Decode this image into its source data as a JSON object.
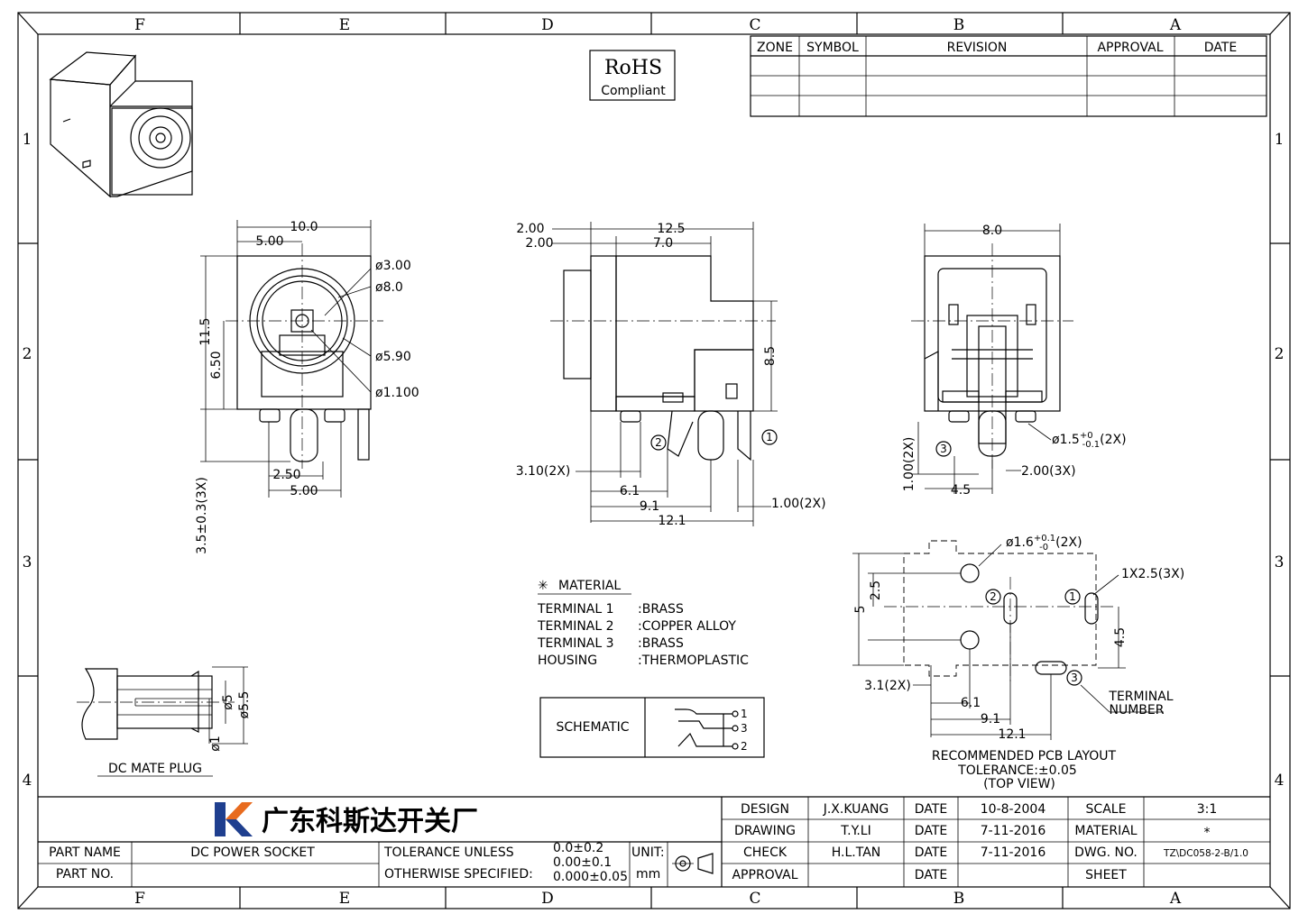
{
  "border": {
    "columns": [
      "F",
      "E",
      "D",
      "C",
      "B",
      "A"
    ],
    "rows": [
      "1",
      "2",
      "3",
      "4"
    ]
  },
  "rohs": {
    "line1": "RoHS",
    "line2": "Compliant"
  },
  "revision_table": {
    "headers": [
      "ZONE",
      "SYMBOL",
      "REVISION",
      "APPROVAL",
      "DATE"
    ]
  },
  "front_view": {
    "dims": [
      "10.0",
      "5.00",
      "ø3.00",
      "ø8.0",
      "11.5",
      "6.50",
      "ø5.90",
      "ø1.100",
      "2.50",
      "5.00",
      "3.5±0.3(3X)"
    ]
  },
  "side_view": {
    "dims": [
      "2.00",
      "2.00",
      "12.5",
      "7.0",
      "8.5",
      "3.10(2X)",
      "6.1",
      "9.1",
      "12.1",
      "1.00(2X)"
    ],
    "callouts": [
      "2",
      "1"
    ]
  },
  "rear_view": {
    "dims": [
      "8.0",
      "1.00(2X)",
      "4.5",
      "2.00(3X)"
    ],
    "hole_prefix": "ø1.5",
    "hole_tol_upper": "+0",
    "hole_tol_lower": "-0.1",
    "hole_suffix": "(2X)",
    "callouts": [
      "3"
    ]
  },
  "material": {
    "title": "MATERIAL",
    "rows": [
      {
        "part": "TERMINAL 1",
        "material": ":BRASS"
      },
      {
        "part": "TERMINAL 2",
        "material": ":COPPER ALLOY"
      },
      {
        "part": "TERMINAL 3",
        "material": ":BRASS"
      },
      {
        "part": "HOUSING",
        "material": ":THERMOPLASTIC"
      }
    ]
  },
  "schematic": {
    "label": "SCHEMATIC",
    "pins": [
      "1",
      "3",
      "2"
    ]
  },
  "mate_plug": {
    "title": "DC MATE PLUG",
    "dims": [
      "ø5",
      "ø5.5",
      "ø1"
    ]
  },
  "pcb_layout": {
    "hole_prefix": "ø1.6",
    "hole_tol_upper": "+0.1",
    "hole_tol_lower": "-0",
    "hole_suffix": "(2X)",
    "slot_label": "1X2.5(3X)",
    "dims": [
      "2.5",
      "5",
      "4.5",
      "3.1(2X)",
      "6.1",
      "9.1",
      "12.1"
    ],
    "terminal_label_1": "TERMINAL",
    "terminal_label_2": "NUMBER",
    "callouts": [
      "2",
      "1",
      "3"
    ],
    "caption_1": "RECOMMENDED PCB LAYOUT",
    "caption_2": "TOLERANCE:±0.05",
    "caption_3": "(TOP VIEW)"
  },
  "title_block": {
    "company": "广东科斯达开关厂",
    "part_name_label": "PART NAME",
    "part_name": "DC POWER SOCKET",
    "part_no_label": "PART NO.",
    "tolerance_label_1": "TOLERANCE UNLESS",
    "tolerance_label_2": "OTHERWISE SPECIFIED:",
    "tolerances": [
      "0.0±0.2",
      "0.00±0.1",
      "0.000±0.05"
    ],
    "unit_label": "UNIT:",
    "unit": "mm",
    "design_label": "DESIGN",
    "design_by": "J.X.KUANG",
    "design_date_label": "DATE",
    "design_date": "10-8-2004",
    "drawing_label": "DRAWING",
    "drawing_by": "T.Y.LI",
    "drawing_date_label": "DATE",
    "drawing_date": "7-11-2016",
    "check_label": "CHECK",
    "check_by": "H.L.TAN",
    "check_date_label": "DATE",
    "check_date": "7-11-2016",
    "approval_label": "APPROVAL",
    "approval_date_label": "DATE",
    "scale_label": "SCALE",
    "scale": "3:1",
    "material_label": "MATERIAL",
    "material": "*",
    "dwg_no_label": "DWG. NO.",
    "dwg_no": "TZ\\DC058-2-B/1.0",
    "sheet_label": "SHEET"
  }
}
